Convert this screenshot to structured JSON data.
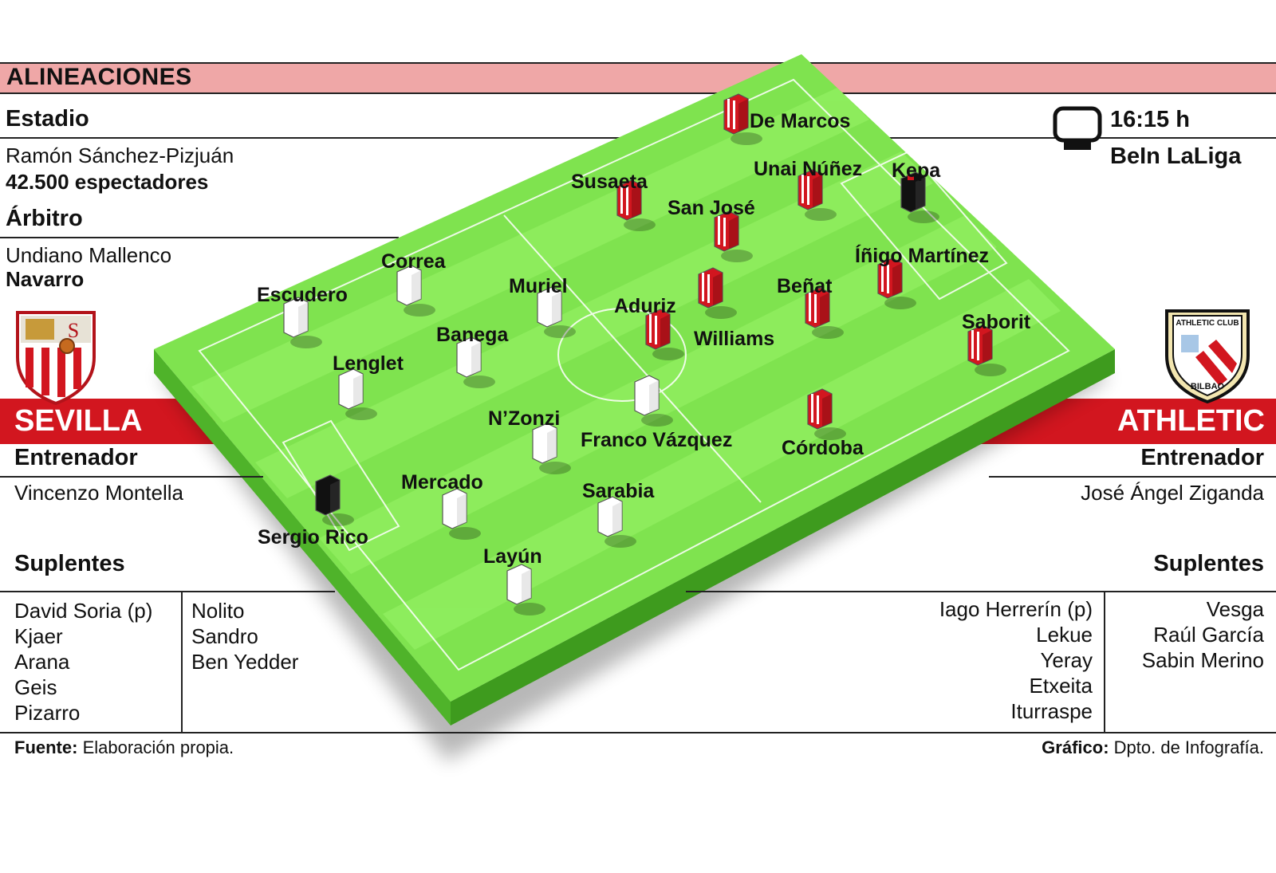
{
  "header": {
    "title": "ALINEACIONES"
  },
  "venue": {
    "stadium_label": "Estadio",
    "stadium_name": "Ramón Sánchez-Pizjuán",
    "capacity": "42.500 espectadores",
    "referee_label": "Árbitro",
    "referee_name": "Undiano Mallenco",
    "referee_region": "Navarro"
  },
  "broadcast": {
    "time": "16:15 h",
    "channel": "BeIn LaLiga",
    "icon": "tv-icon"
  },
  "home": {
    "name": "SEVILLA",
    "crest": "sevilla-crest",
    "coach_label": "Entrenador",
    "coach": "Vincenzo Montella",
    "subs_label": "Suplentes",
    "subs_col1": [
      "David Soria (p)",
      "Kjaer",
      "Arana",
      "Geis",
      "Pizarro"
    ],
    "subs_col2": [
      "Nolito",
      "Sandro",
      "Ben Yedder"
    ],
    "players": [
      "Escudero",
      "Correa",
      "Muriel",
      "Banega",
      "Lenglet",
      "N’Zonzi",
      "Franco Vázquez",
      "Mercado",
      "Sarabia",
      "Layún",
      "Sergio Rico"
    ]
  },
  "away": {
    "name": "ATHLETIC",
    "crest": "athletic-club-crest",
    "crest_text": [
      "ATHLETIC CLUB",
      "BILBAO"
    ],
    "coach_label": "Entrenador",
    "coach": "José Ángel Ziganda",
    "subs_label": "Suplentes",
    "subs_col1": [
      "Iago Herrerín (p)",
      "Lekue",
      "Yeray",
      "Etxeita",
      "Iturraspe"
    ],
    "subs_col2": [
      "Vesga",
      "Raúl García",
      "Sabin Merino"
    ],
    "players": [
      "De Marcos",
      "Unai Núñez",
      "Kepa",
      "Susaeta",
      "San José",
      "Íñigo Martínez",
      "Aduriz",
      "Beñat",
      "Williams",
      "Saborit",
      "Córdoba"
    ]
  },
  "colors": {
    "band_pink": "#efa7a7",
    "team_red": "#d2161f",
    "pitch_green": "#7fe34f",
    "home_shirt": "#ffffff",
    "away_shirt": "#d2161f",
    "goalkeeper_shirt": "#111111"
  },
  "footer": {
    "source_label": "Fuente:",
    "source_text": "Elaboración propia.",
    "graphic_label": "Gráfico:",
    "graphic_text": "Dpto. de Infografía."
  }
}
